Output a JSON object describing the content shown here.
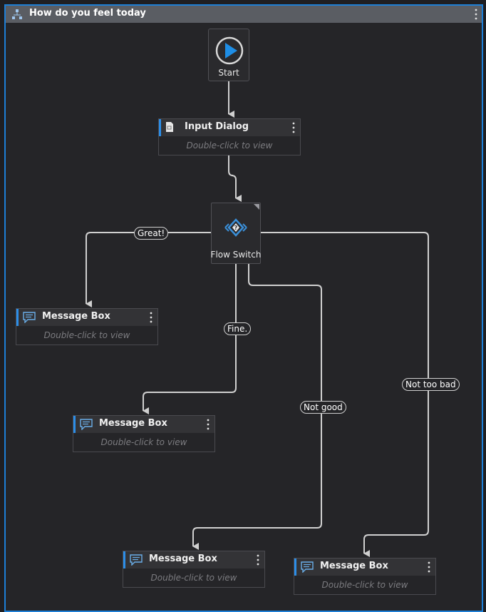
{
  "workflow": {
    "title": "How do you feel today"
  },
  "start": {
    "label": "Start"
  },
  "input_dialog": {
    "name": "Input Dialog",
    "hint": "Double-click to view"
  },
  "flow_switch": {
    "label": "Flow Switch"
  },
  "cases": {
    "great": "Great!",
    "fine": "Fine.",
    "not_good": "Not good",
    "not_too_bad": "Not too bad"
  },
  "message_boxes": [
    {
      "name": "Message Box",
      "hint": "Double-click to view"
    },
    {
      "name": "Message Box",
      "hint": "Double-click to view"
    },
    {
      "name": "Message Box",
      "hint": "Double-click to view"
    },
    {
      "name": "Message Box",
      "hint": "Double-click to view"
    }
  ],
  "colors": {
    "accent": "#1e7fd6",
    "wire": "#d0d0d0",
    "play": "#1e8ee6"
  }
}
